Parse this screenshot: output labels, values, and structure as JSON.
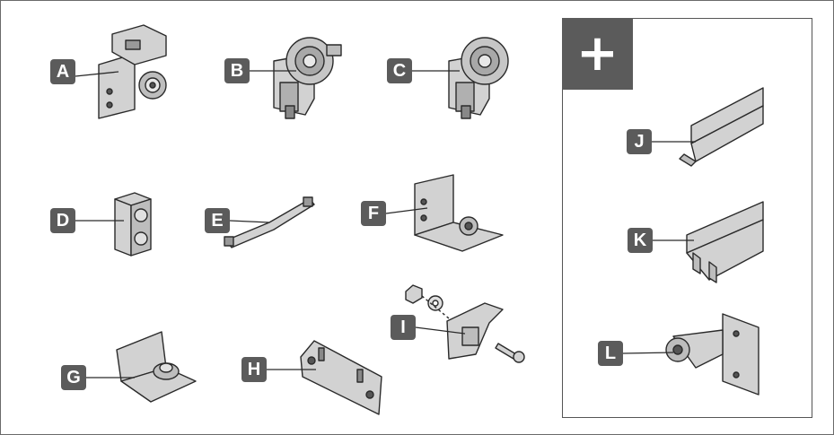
{
  "diagram": {
    "plus_symbol": "+",
    "parts": {
      "A": "A",
      "B": "B",
      "C": "C",
      "D": "D",
      "E": "E",
      "F": "F",
      "G": "G",
      "H": "H",
      "I": "I",
      "J": "J",
      "K": "K",
      "L": "L"
    },
    "colors": {
      "label_bg": "#5b5b5b",
      "label_text": "#ffffff",
      "part_fill": "#cfcfcf",
      "part_stroke": "#2a2a2a"
    }
  }
}
